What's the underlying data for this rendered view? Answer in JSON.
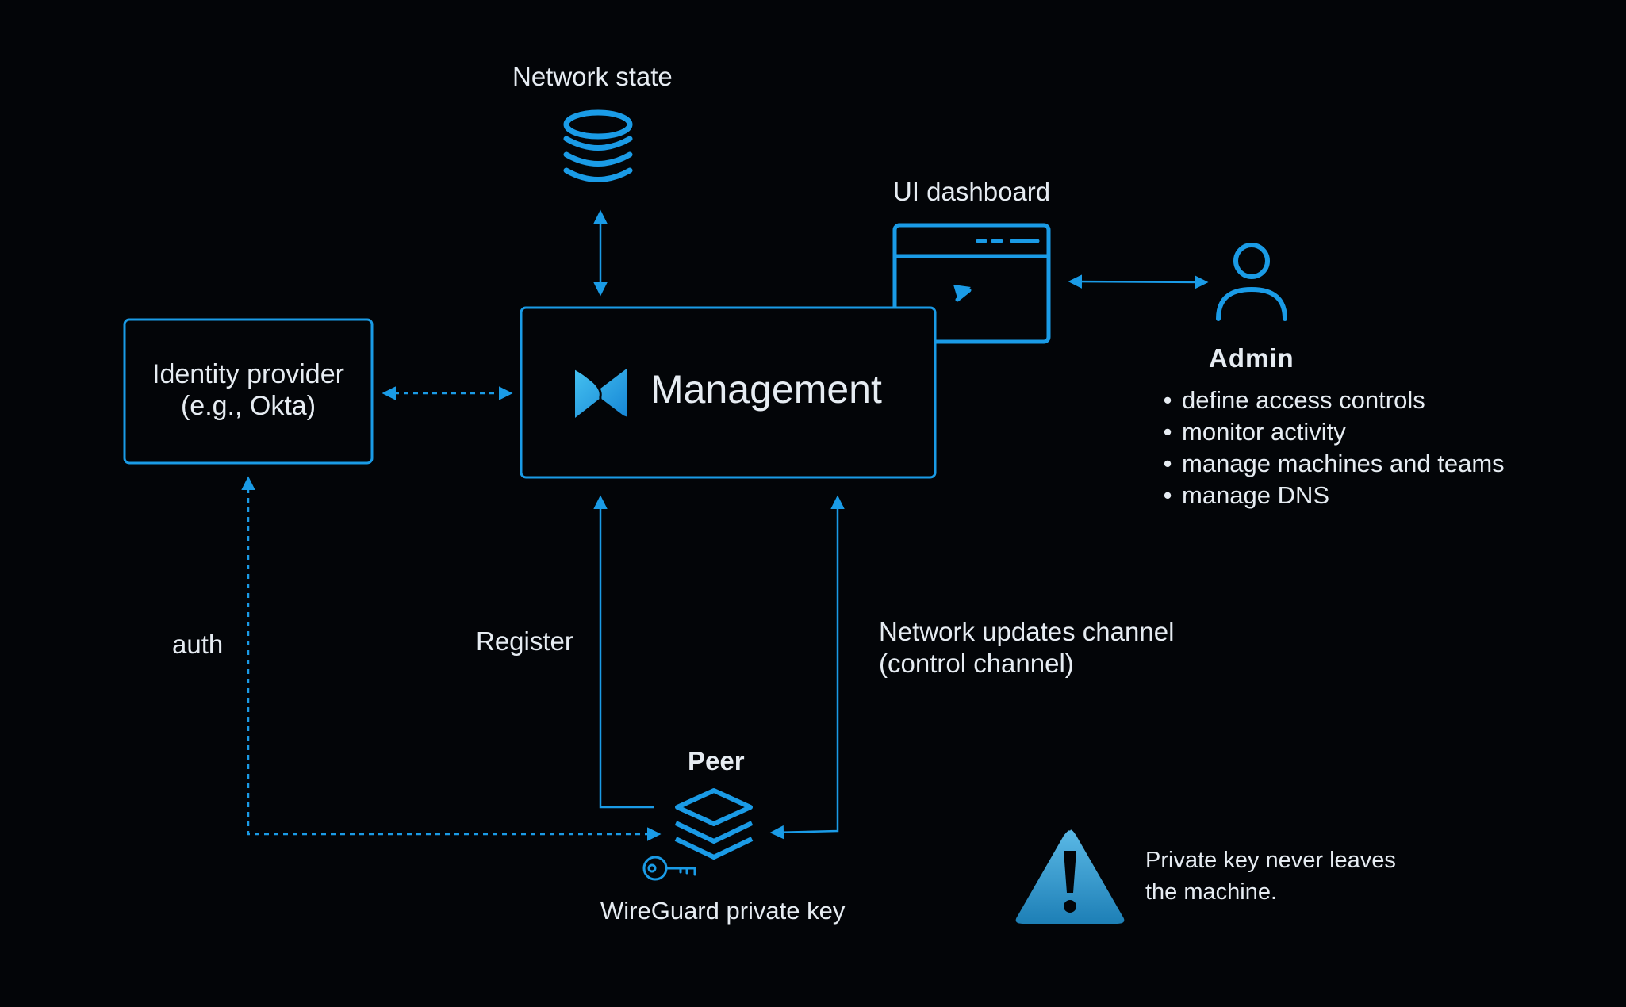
{
  "colors": {
    "background": "#030508",
    "accent": "#1a9be6",
    "text": "#e6ecf2",
    "warning_top": "#5bb9e6",
    "warning_bottom": "#1d7fb6"
  },
  "labels": {
    "network_state": "Network state",
    "ui_dashboard": "UI dashboard",
    "admin": "Admin",
    "management": "Management",
    "identity_provider_line1": "Identity provider",
    "identity_provider_line2": "(e.g., Okta)",
    "auth": "auth",
    "register": "Register",
    "network_updates_line1": "Network updates channel",
    "network_updates_line2": "(control channel)",
    "peer": "Peer",
    "wireguard_key": "WireGuard private key",
    "warning_line1": "Private key never leaves",
    "warning_line2": "the machine."
  },
  "admin_tasks": [
    "define access controls",
    "monitor activity",
    "manage machines and teams",
    "manage DNS"
  ],
  "icons": {
    "database": "database-icon",
    "dashboard": "browser-window-icon",
    "admin": "user-icon",
    "management_logo": "netbird-logo-icon",
    "peer": "layers-icon",
    "key": "key-icon",
    "warning": "warning-triangle-icon"
  }
}
